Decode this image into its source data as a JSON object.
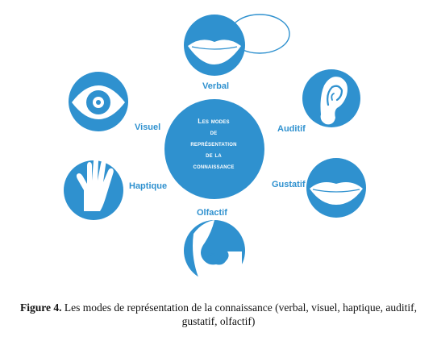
{
  "center": {
    "lines": [
      "Les modes",
      "de",
      "représentation",
      "de la",
      "connaissance"
    ]
  },
  "nodes": {
    "verbal": "Verbal",
    "auditif": "Auditif",
    "gustatif": "Gustatif",
    "olfactif": "Olfactif",
    "haptique": "Haptique",
    "visuel": "Visuel"
  },
  "caption": {
    "label": "Figure 4.",
    "line1": " Les modes de représentation de la connaissance (verbal, visuel, haptique, auditif,",
    "line2": "gustatif, olfactif)"
  },
  "colors": {
    "accent": "#2f91cf",
    "background": "#ffffff",
    "caption_text": "#111111"
  },
  "icons": [
    "mouth-speech-bubble-icon",
    "ear-icon",
    "lips-icon",
    "nose-icon",
    "hand-icon",
    "eye-icon"
  ]
}
